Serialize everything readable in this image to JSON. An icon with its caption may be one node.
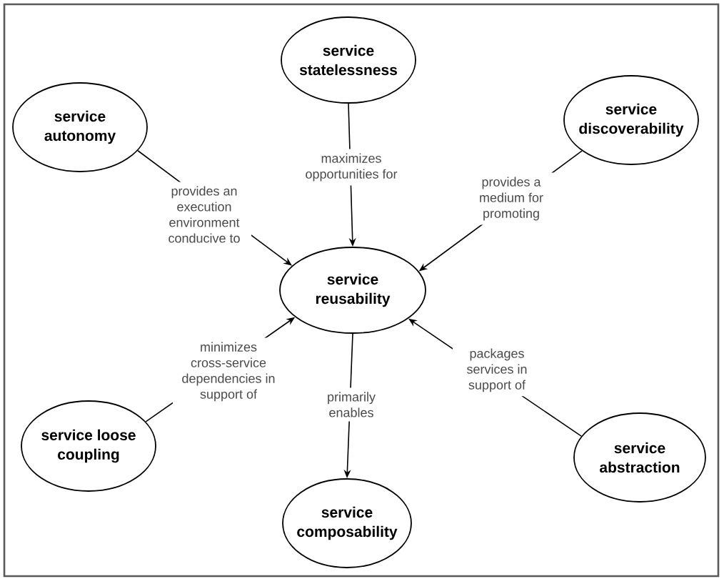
{
  "diagram": {
    "nodes": [
      {
        "text": [
          "service statelessness"
        ]
      },
      {
        "text": [
          "service autonomy"
        ]
      },
      {
        "text": [
          "service discoverability"
        ]
      },
      {
        "text": [
          "service reusability"
        ]
      },
      {
        "text": [
          "service loose coupling"
        ]
      },
      {
        "text": [
          "service abstraction"
        ]
      },
      {
        "text": [
          "service composability"
        ]
      }
    ],
    "edges": [
      {
        "from": 0,
        "to": 3,
        "arrow": "to",
        "label": "maximizes opportunities for"
      },
      {
        "from": 1,
        "to": 3,
        "arrow": "to",
        "label": "provides an execution environment conducive to"
      },
      {
        "from": 2,
        "to": 3,
        "arrow": "to",
        "label": "provides a medium for promoting"
      },
      {
        "from": 4,
        "to": 3,
        "arrow": "to",
        "label": "minimizes cross-service dependencies in support of"
      },
      {
        "from": 5,
        "to": 3,
        "arrow": "to",
        "label": "packages services in support of"
      },
      {
        "from": 3,
        "to": 6,
        "arrow": "to",
        "label": "primarily enables"
      }
    ]
  }
}
